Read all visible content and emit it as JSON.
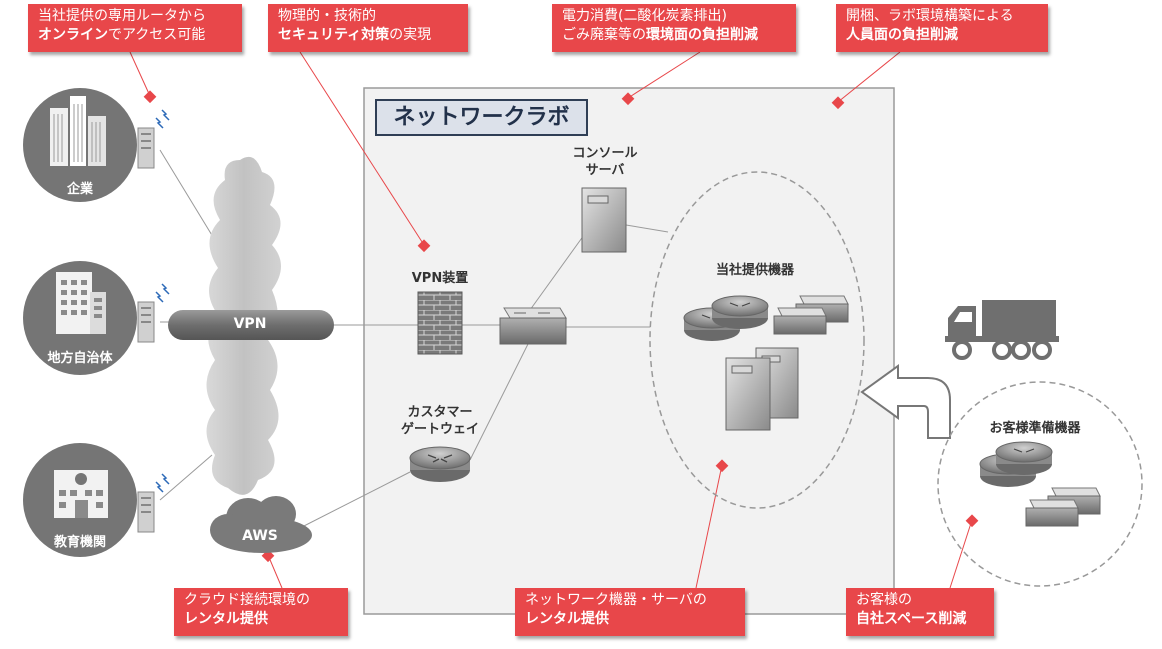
{
  "lab_title": "ネットワークラボ",
  "nodes": {
    "company": "企業",
    "local_gov": "地方自治体",
    "education": "教育機関",
    "vpn": "VPN",
    "aws": "AWS",
    "vpn_device": "VPN装置",
    "console_server_l1": "コンソール",
    "console_server_l2": "サーバ",
    "gateway_l1": "カスタマー",
    "gateway_l2": "ゲートウェイ",
    "provided_equipment": "当社提供機器",
    "customer_equipment": "お客様準備機器"
  },
  "callouts": {
    "online_access": {
      "line1": "当社提供の専用ルータから",
      "line2_bold": "オンライン",
      "line2_rest": "でアクセス可能"
    },
    "security": {
      "line1": "物理的・技術的",
      "line2_bold": "セキュリティ対策",
      "line2_rest": "の実現"
    },
    "environment": {
      "line1": "電力消費(二酸化炭素排出)",
      "line2_pre": "ごみ廃棄等の",
      "line2_bold": "環境面の負担削減"
    },
    "labor": {
      "line1": "開梱、ラボ環境構築による",
      "line2_bold": "人員面の負担削減"
    },
    "cloud": {
      "line1": "クラウド接続環境の",
      "line2_bold": "レンタル提供"
    },
    "rental": {
      "line1": "ネットワーク機器・サーバの",
      "line2_bold": "レンタル提供"
    },
    "space": {
      "line1": "お客様の",
      "line2_bold": "自社スペース削減"
    }
  },
  "colors": {
    "callout": "#e8474a",
    "circle": "#757575",
    "lab_bg": "#f2f2f2",
    "title_border": "#2f3e55"
  }
}
